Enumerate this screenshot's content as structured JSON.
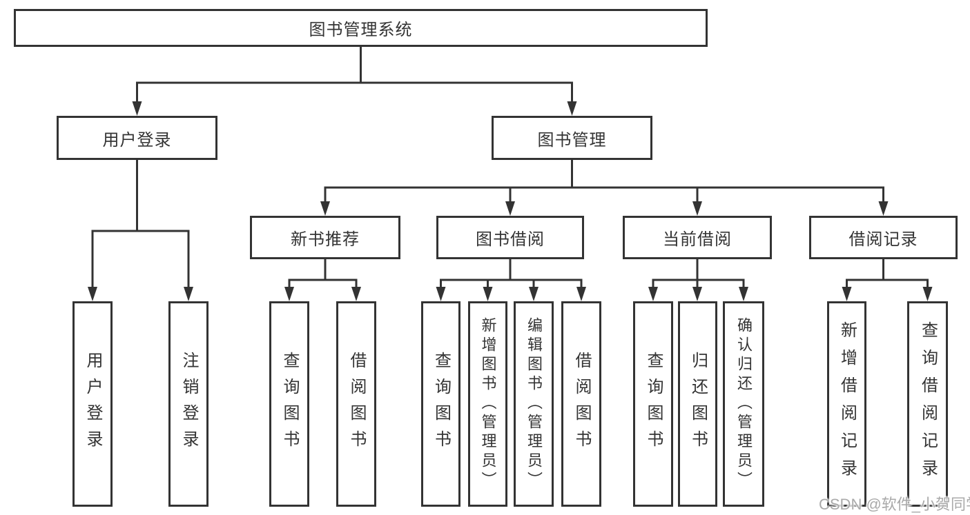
{
  "tree": {
    "label": "图书管理系统",
    "children": [
      {
        "label": "用户登录",
        "children": [
          {
            "label": "用户登录"
          },
          {
            "label": "注销登录"
          }
        ]
      },
      {
        "label": "图书管理",
        "children": [
          {
            "label": "新书推荐",
            "children": [
              {
                "label": "查询图书"
              },
              {
                "label": "借阅图书"
              }
            ]
          },
          {
            "label": "图书借阅",
            "children": [
              {
                "label": "查询图书"
              },
              {
                "label": "新增图书（管理员）"
              },
              {
                "label": "编辑图书（管理员）"
              },
              {
                "label": "借阅图书"
              }
            ]
          },
          {
            "label": "当前借阅",
            "children": [
              {
                "label": "查询图书"
              },
              {
                "label": "归还图书"
              },
              {
                "label": "确认归还（管理员）"
              }
            ]
          },
          {
            "label": "借阅记录",
            "children": [
              {
                "label": "新增借阅记录"
              },
              {
                "label": "查询借阅记录"
              }
            ]
          }
        ]
      }
    ]
  },
  "watermark": {
    "text": "CSDN @软件_小贺同学"
  },
  "colors": {
    "line": "#333333",
    "text": "#333333",
    "box_background": "#ffffff",
    "background": "#ffffff",
    "watermark": "#a9a9a9"
  }
}
